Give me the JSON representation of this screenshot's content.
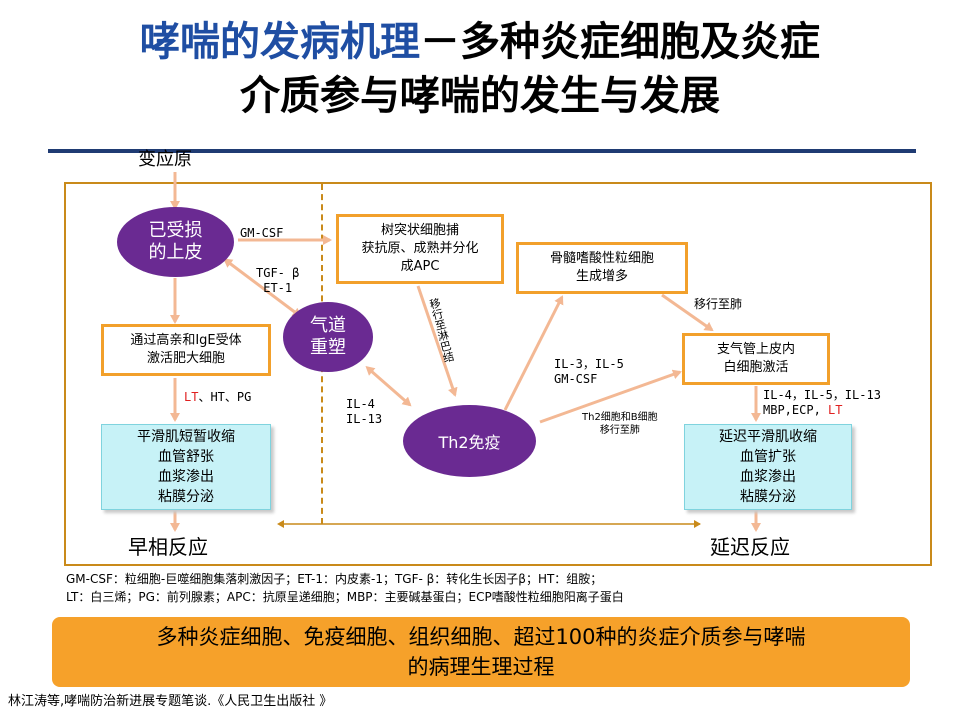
{
  "title": {
    "line1_highlight": "哮喘的发病机理",
    "line1_rest": "－多种炎症细胞及炎症",
    "line2": "介质参与哮喘的发生与发展"
  },
  "diagram": {
    "allergen": "变应原",
    "damaged_epithelium": [
      "已受损",
      "的上皮"
    ],
    "airway_remodel": [
      "气道",
      "重塑"
    ],
    "th2": "Th2免疫",
    "mast_cell_box": [
      "通过高亲和IgE受体",
      "激活肥大细胞"
    ],
    "dendritic_box": [
      "树突状细胞捕",
      "获抗原、成熟并分化",
      "成APC"
    ],
    "eos_box": [
      "骨髓嗜酸性粒细胞",
      "生成增多"
    ],
    "bronchial_box": [
      "支气管上皮内",
      "白细胞激活"
    ],
    "early_effects": [
      "平滑肌短暂收缩",
      "血管舒张",
      "血浆渗出",
      "粘膜分泌"
    ],
    "late_effects": [
      "延迟平滑肌收缩",
      "血管扩张",
      "血浆渗出",
      "粘膜分泌"
    ],
    "labels": {
      "gmcsf": "GM-CSF",
      "tgf_et": [
        "TGF- β",
        "ET-1"
      ],
      "lt": "LT",
      "ht_pg": "、HT、PG",
      "il4_13": [
        "IL-4",
        "IL-13"
      ],
      "migrate_lymph": "移行至淋巴结",
      "il3_5_gm": [
        "IL-3，IL-5",
        "GM-CSF"
      ],
      "th2b_migrate": [
        "Th2细胞和B细胞",
        "移行至肺"
      ],
      "migrate_lung": "移行至肺",
      "il_late_line1": "IL-4，IL-5，IL-13",
      "il_late_line2": "MBP,ECP,",
      "il_late_lt": "LT"
    },
    "early_reaction": "早相反应",
    "late_reaction": "延迟反应"
  },
  "legend": {
    "line1": "GM-CSF：粒细胞-巨噬细胞集落刺激因子；ET-1：内皮素-1；TGF- β：转化生长因子β；HT：组胺；",
    "line2": "LT：白三烯；PG：前列腺素；APC：抗原呈递细胞；MBP：主要碱基蛋白；ECP嗜酸性粒细胞阳离子蛋白"
  },
  "banner": {
    "line1": "多种炎症细胞、免疫细胞、组织细胞、超过100种的炎症介质参与哮喘",
    "line2": "的病理生理过程"
  },
  "footer": "林江涛等,哮喘防治新进展专题笔谈.《人民卫生出版社 》",
  "colors": {
    "title_highlight": "#1f4ea3",
    "oval": "#6a2a92",
    "box_border": "#f2a02b",
    "frame": "#c98a1a",
    "cyan_box": "#c7f2f7",
    "banner": "#f6a12a",
    "arrow": "#f3b894",
    "accent_red": "#e02020"
  }
}
